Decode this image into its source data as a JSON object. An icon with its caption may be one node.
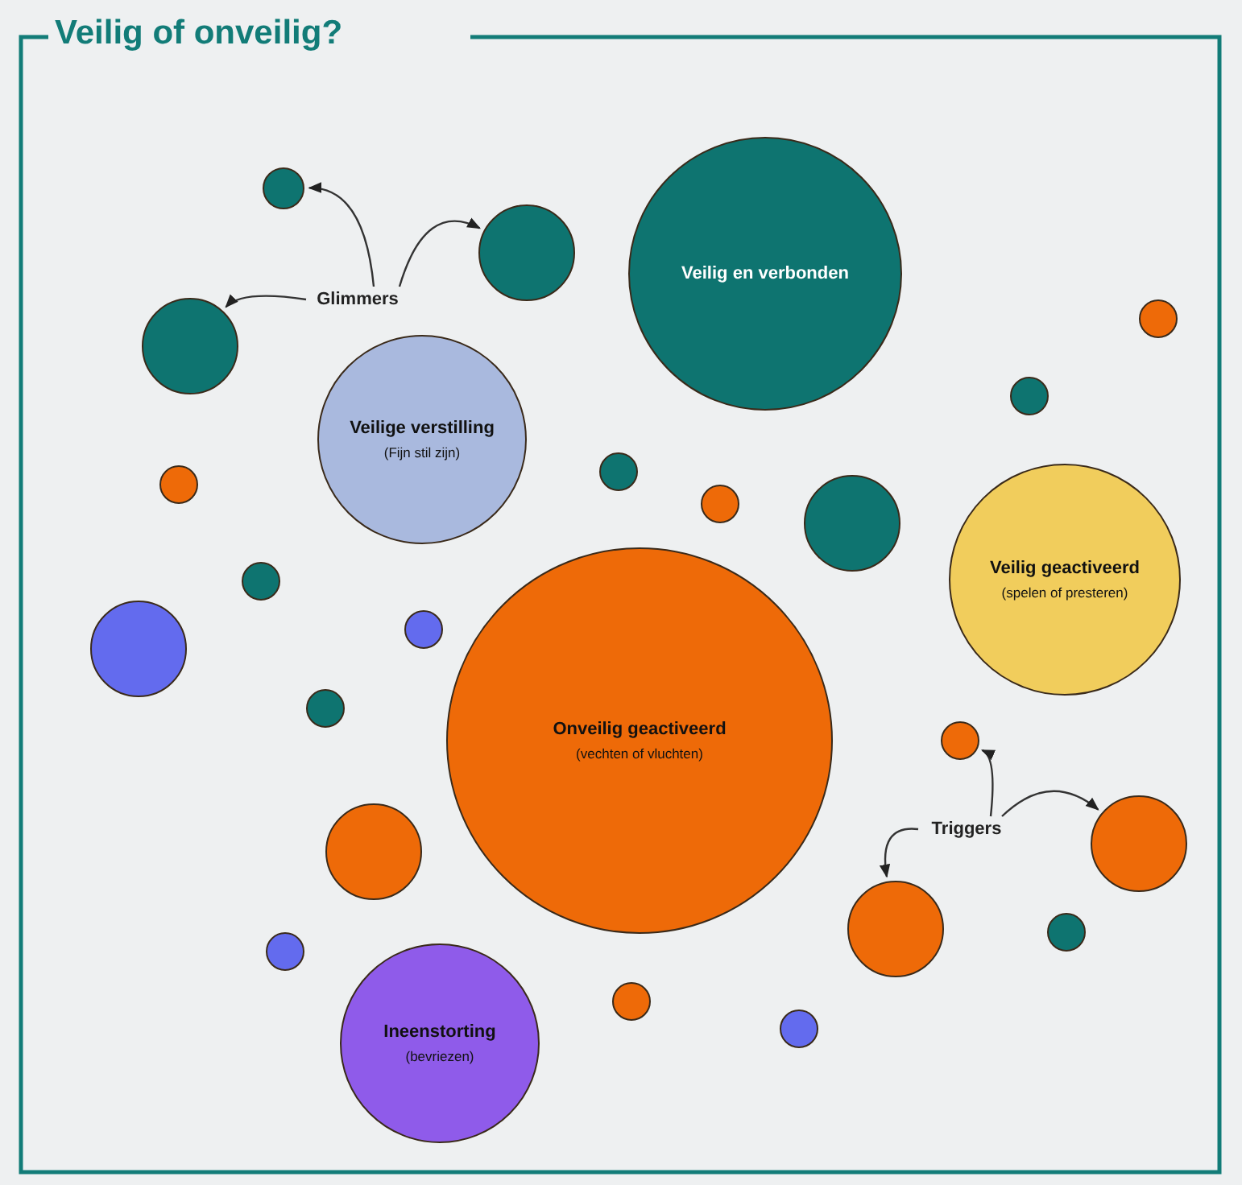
{
  "diagram": {
    "title": "Veilig of onveilig?",
    "nodes": [
      {
        "text": [],
        "shape": "circle"
      },
      {
        "text": [],
        "shape": "circle"
      },
      {
        "text": [
          "Veilig en verbonden"
        ]
      },
      {
        "text": [
          "Glimmers"
        ]
      },
      {
        "text": [],
        "shape": "circle"
      },
      {
        "text": [],
        "shape": "circle"
      },
      {
        "text": [
          "Veilige verstilling",
          "(Fijn stil zijn)"
        ]
      },
      {
        "text": [],
        "shape": "circle"
      },
      {
        "text": [],
        "shape": "circle"
      },
      {
        "text": [],
        "shape": "circle"
      },
      {
        "text": [],
        "shape": "circle"
      },
      {
        "text": [],
        "shape": "circle"
      },
      {
        "text": [
          "Veilig geactiveerd",
          "(spelen of presteren)"
        ]
      },
      {
        "text": [],
        "shape": "circle"
      },
      {
        "text": [],
        "shape": "circle"
      },
      {
        "text": [],
        "shape": "circle"
      },
      {
        "text": [],
        "shape": "circle"
      },
      {
        "text": [
          "Onveilig geactiveerd",
          "(vechten of vluchten)"
        ]
      },
      {
        "text": [],
        "shape": "circle"
      },
      {
        "text": [
          "Triggers"
        ]
      },
      {
        "text": [],
        "shape": "circle"
      },
      {
        "text": [],
        "shape": "circle"
      },
      {
        "text": [],
        "shape": "circle"
      },
      {
        "text": [],
        "shape": "circle"
      },
      {
        "text": [],
        "shape": "circle"
      },
      {
        "text": [],
        "shape": "circle"
      },
      {
        "text": [
          "Ineenstorting",
          "(bevriezen)"
        ]
      },
      {
        "text": [],
        "shape": "circle"
      }
    ],
    "edges": [
      {
        "from": 3,
        "to": 0,
        "arrow": "to"
      },
      {
        "from": 3,
        "to": 1,
        "arrow": "to"
      },
      {
        "from": 3,
        "to": 5,
        "arrow": "to"
      },
      {
        "from": 19,
        "to": 18,
        "arrow": "to"
      },
      {
        "from": 19,
        "to": 20,
        "arrow": "to"
      },
      {
        "from": 19,
        "to": 22,
        "arrow": "to"
      }
    ]
  }
}
